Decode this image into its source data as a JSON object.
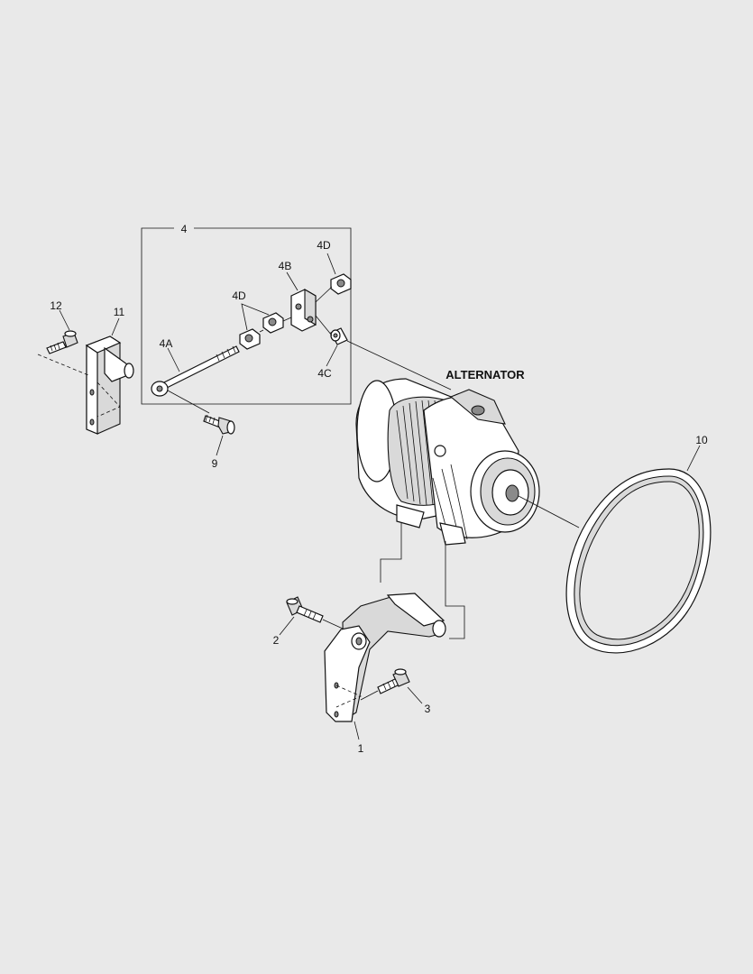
{
  "diagram": {
    "title_label": "ALTERNATOR",
    "callouts": {
      "c1": "1",
      "c2": "2",
      "c3": "3",
      "c4": "4",
      "c4a": "4A",
      "c4b": "4B",
      "c4c": "4C",
      "c4d_top": "4D",
      "c4d_mid": "4D",
      "c9": "9",
      "c10": "10",
      "c11": "11",
      "c12": "12"
    }
  },
  "colors": {
    "background": "#e9e9e9",
    "line": "#111111",
    "part_fill": "#ffffff",
    "shade": "#d9d9d9"
  }
}
